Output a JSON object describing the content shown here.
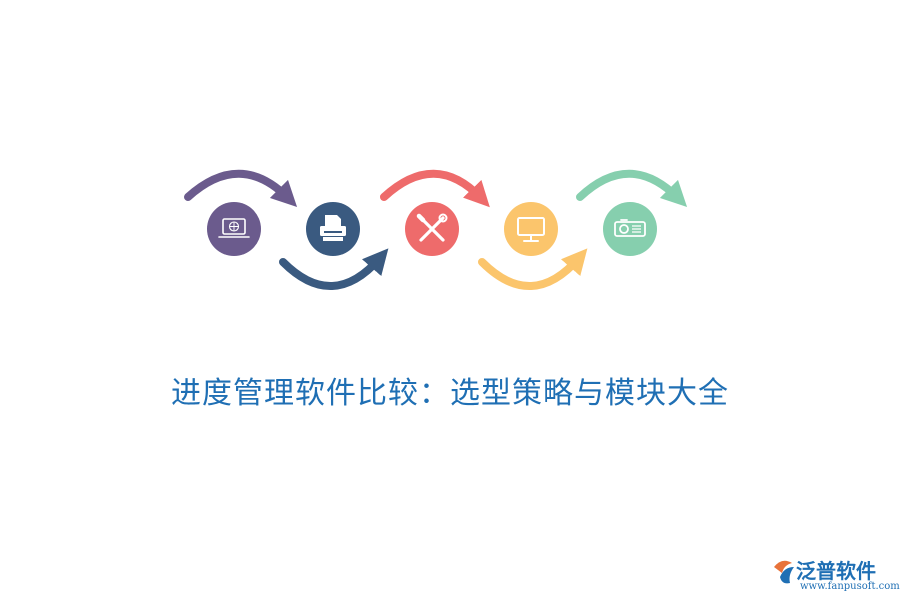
{
  "title": "进度管理软件比较：选型策略与模块大全",
  "steps": [
    {
      "icon": "laptop-globe-icon",
      "color": "#6b5b8d"
    },
    {
      "icon": "printer-icon",
      "color": "#3a5a80"
    },
    {
      "icon": "tools-icon",
      "color": "#ee6b6b"
    },
    {
      "icon": "monitor-icon",
      "color": "#fbc56c"
    },
    {
      "icon": "projector-icon",
      "color": "#86cfae"
    }
  ],
  "brand": {
    "name": "泛普软件",
    "url": "www.fanpusoft.com",
    "color": "#1f6fb4",
    "accent": "#e8733a"
  }
}
